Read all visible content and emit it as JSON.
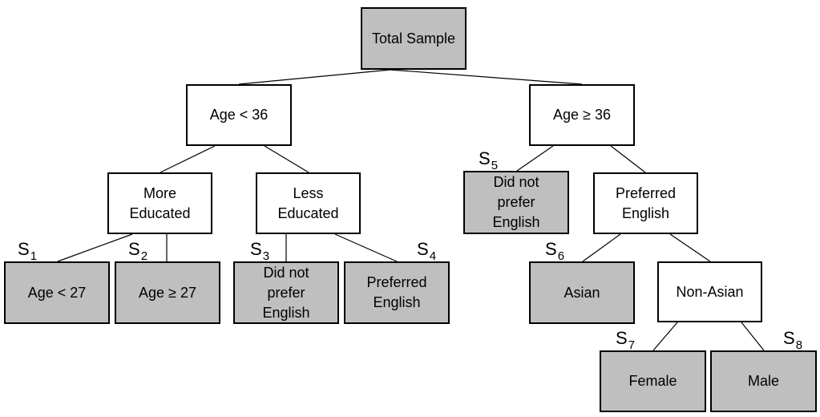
{
  "colors": {
    "terminal_fill": "#bfbfbf",
    "internal_fill": "#ffffff",
    "border": "#000000"
  },
  "nodes": {
    "total_sample": "Total Sample",
    "age_lt_36": "Age < 36",
    "age_ge_36": "Age ≥ 36",
    "more_educated": "More\nEducated",
    "less_educated": "Less\nEducated",
    "did_not_prefer_english_old": "Did not\nprefer\nEnglish",
    "preferred_english_old": "Preferred\nEnglish",
    "age_lt_27": "Age < 27",
    "age_ge_27": "Age ≥ 27",
    "did_not_prefer_english_young": "Did not\nprefer\nEnglish",
    "preferred_english_young": "Preferred\nEnglish",
    "asian": "Asian",
    "non_asian": "Non-Asian",
    "female": "Female",
    "male": "Male"
  },
  "subgroups": {
    "s1": {
      "letter": "S",
      "index": "1"
    },
    "s2": {
      "letter": "S",
      "index": "2"
    },
    "s3": {
      "letter": "S",
      "index": "3"
    },
    "s4": {
      "letter": "S",
      "index": "4"
    },
    "s5": {
      "letter": "S",
      "index": "5"
    },
    "s6": {
      "letter": "S",
      "index": "6"
    },
    "s7": {
      "letter": "S",
      "index": "7"
    },
    "s8": {
      "letter": "S",
      "index": "8"
    }
  }
}
